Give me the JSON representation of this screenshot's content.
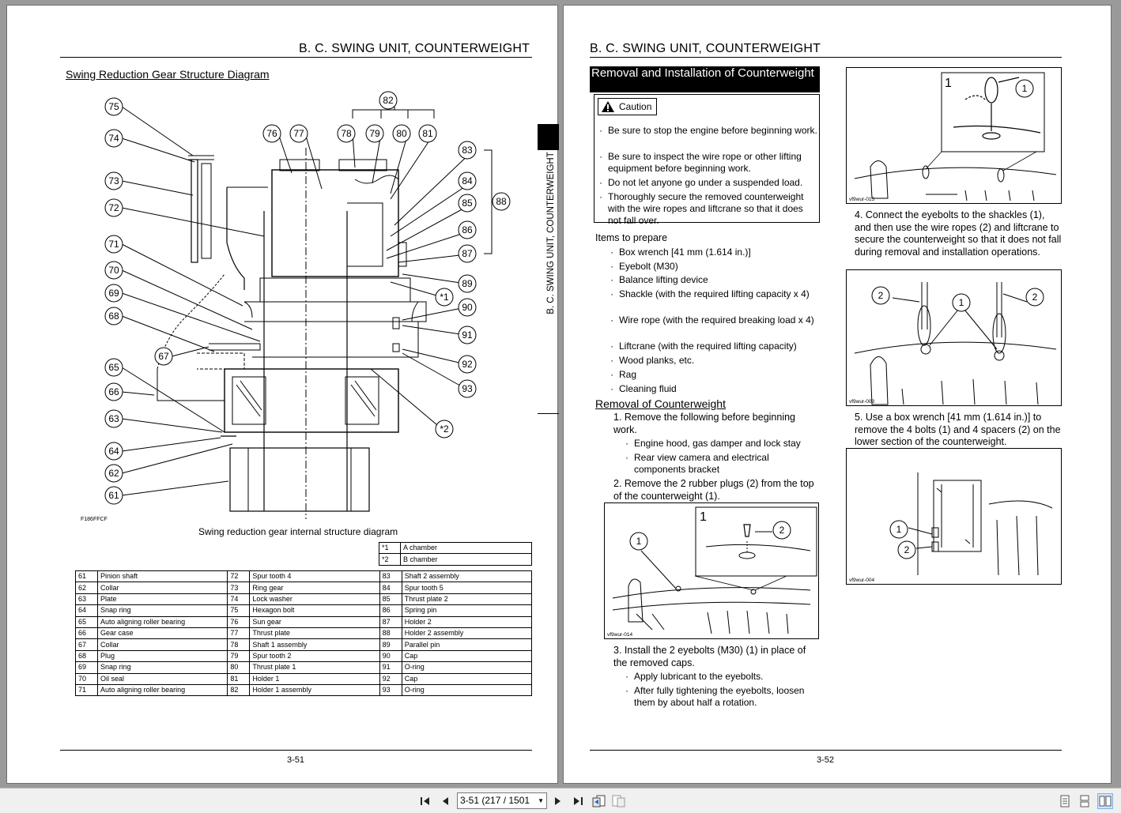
{
  "left_page": {
    "header": "B. C. SWING UNIT, COUNTERWEIGHT",
    "side_tab_text": "B. C. SWING UNIT, COUNTERWEIGHT",
    "diagram_title": "Swing Reduction Gear Structure Diagram",
    "figure_code": "F186FFCF",
    "figure_caption": "Swing reduction gear internal structure diagram",
    "callouts": [
      "61",
      "62",
      "63",
      "64",
      "65",
      "66",
      "67",
      "68",
      "69",
      "70",
      "71",
      "72",
      "73",
      "74",
      "75",
      "76",
      "77",
      "78",
      "79",
      "80",
      "81",
      "82",
      "83",
      "84",
      "85",
      "86",
      "87",
      "88",
      "89",
      "90",
      "91",
      "92",
      "93",
      "*1",
      "*2"
    ],
    "chamber_table": [
      {
        "no": "*1",
        "name": "A chamber"
      },
      {
        "no": "*2",
        "name": "B chamber"
      }
    ],
    "parts_table": [
      [
        [
          "61",
          "Pinion shaft"
        ],
        [
          "72",
          "Spur tooth 4"
        ],
        [
          "83",
          "Shaft 2 assembly"
        ]
      ],
      [
        [
          "62",
          "Collar"
        ],
        [
          "73",
          "Ring gear"
        ],
        [
          "84",
          "Spur tooth 5"
        ]
      ],
      [
        [
          "63",
          "Plate"
        ],
        [
          "74",
          "Lock washer"
        ],
        [
          "85",
          "Thrust plate 2"
        ]
      ],
      [
        [
          "64",
          "Snap ring"
        ],
        [
          "75",
          "Hexagon bolt"
        ],
        [
          "86",
          "Spring pin"
        ]
      ],
      [
        [
          "65",
          "Auto aligning roller bearing"
        ],
        [
          "76",
          "Sun gear"
        ],
        [
          "87",
          "Holder 2"
        ]
      ],
      [
        [
          "66",
          "Gear case"
        ],
        [
          "77",
          "Thrust plate"
        ],
        [
          "88",
          "Holder 2 assembly"
        ]
      ],
      [
        [
          "67",
          "Collar"
        ],
        [
          "78",
          "Shaft 1 assembly"
        ],
        [
          "89",
          "Parallel pin"
        ]
      ],
      [
        [
          "68",
          "Plug"
        ],
        [
          "79",
          "Spur tooth 2"
        ],
        [
          "90",
          "Cap"
        ]
      ],
      [
        [
          "69",
          "Snap ring"
        ],
        [
          "80",
          "Thrust plate 1"
        ],
        [
          "91",
          "O-ring"
        ]
      ],
      [
        [
          "70",
          "Oil seal"
        ],
        [
          "81",
          "Holder 1"
        ],
        [
          "92",
          "Cap"
        ]
      ],
      [
        [
          "71",
          "Auto aligning roller bearing"
        ],
        [
          "82",
          "Holder 1 assembly"
        ],
        [
          "93",
          "O-ring"
        ]
      ]
    ],
    "page_number": "3-51"
  },
  "right_page": {
    "header": "B. C. SWING UNIT, COUNTERWEIGHT",
    "procedure_title": "Removal and Installation of Counterweight",
    "caution_label": "Caution",
    "caution_items": [
      "Be sure to stop the engine before beginning work.",
      "Be sure to inspect the wire rope or other lifting equipment before beginning work.",
      "Do not let anyone go under a suspended load.",
      "Thoroughly secure the removed counterweight with the wire ropes and liftcrane so that it does not fall over."
    ],
    "items_heading": "Items to prepare",
    "items": [
      "Box wrench [41 mm (1.614 in.)]",
      "Eyebolt (M30)",
      "Balance lifting device",
      "Shackle (with the required lifting capacity x 4)",
      "Wire rope (with the required breaking load x 4)",
      "Liftcrane (with the required lifting capacity)",
      "Wood planks, etc.",
      "Rag",
      "Cleaning fluid"
    ],
    "removal_title": "Removal of Counterweight",
    "step1": "1. Remove the following before beginning work.",
    "step1_subs": [
      "Engine hood, gas damper and lock stay",
      "Rear view camera and electrical components bracket"
    ],
    "step2": "2. Remove the 2 rubber plugs (2) from the top of the counterweight (1).",
    "step3": "3. Install the 2 eyebolts (M30) (1) in place of the removed caps.",
    "step3_subs": [
      "Apply lubricant to the eyebolts.",
      "After fully tightening the eyebolts, loosen them by about half a rotation."
    ],
    "step4": "4. Connect the eyebolts to the shackles (1), and then use the wire ropes (2) and liftcrane to secure the counterweight so that it does not fall during removal and installation operations.",
    "step5": "5. Use a box wrench [41 mm (1.614 in.)] to remove the 4 bolts (1) and 4 spacers (2) on the lower section of the counterweight.",
    "figures": {
      "plugs": {
        "code": "vf9wur-014",
        "inset": "1",
        "labels": [
          "1",
          "2"
        ]
      },
      "eyebolts": {
        "code": "vf9wur-015",
        "inset": "1",
        "labels": [
          "1"
        ]
      },
      "ropes": {
        "code": "vf9wur-003",
        "labels": [
          "2",
          "1",
          "2"
        ]
      },
      "bolts": {
        "code": "vf9wur-004",
        "labels": [
          "1",
          "2"
        ]
      }
    },
    "page_number": "3-52"
  },
  "toolbar": {
    "page_field": "3-51 (217 / 1501",
    "icons": [
      "first-page-icon",
      "prev-page-icon",
      "next-page-icon",
      "last-page-icon",
      "go-back-icon",
      "go-forward-icon",
      "single-page-view-icon",
      "continuous-view-icon",
      "two-page-view-icon"
    ]
  }
}
